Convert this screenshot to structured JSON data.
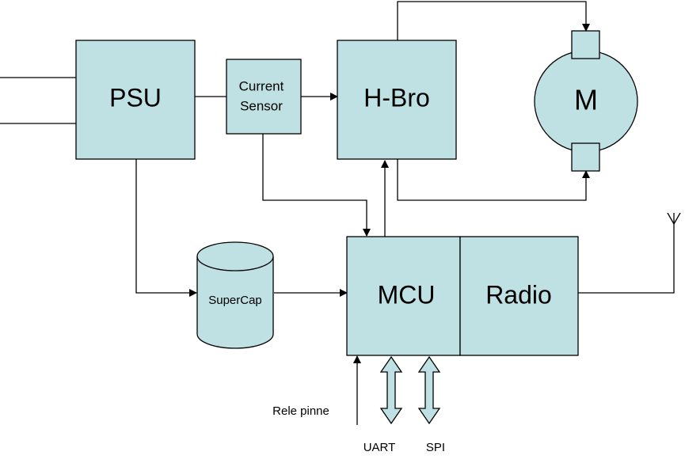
{
  "blocks": {
    "psu": "PSU",
    "current_sensor_line1": "Current",
    "current_sensor_line2": "Sensor",
    "hbro": "H-Bro",
    "motor": "M",
    "supercap": "SuperCap",
    "mcu": "MCU",
    "radio": "Radio"
  },
  "labels": {
    "rele_pinne": "Rele pinne",
    "uart": "UART",
    "spi": "SPI"
  },
  "colors": {
    "block_fill": "#bfe1e3",
    "line": "#000000",
    "background": "#ffffff"
  }
}
